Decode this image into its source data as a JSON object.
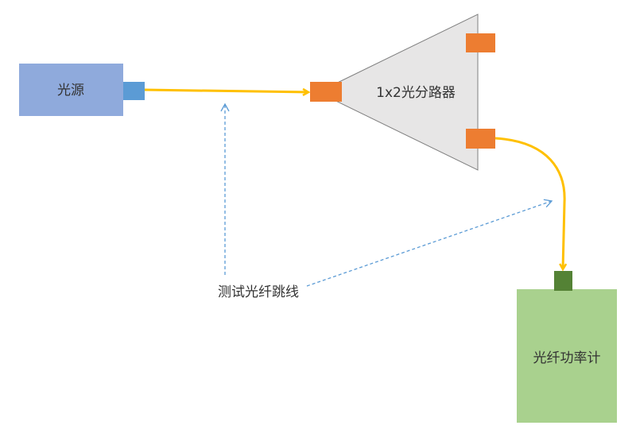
{
  "diagram": {
    "light_source": {
      "label": "光源",
      "color": "#8faadc",
      "port_color": "#5b9bd5"
    },
    "splitter": {
      "label": "1x2光分路器",
      "color": "#e7e6e6",
      "port_color": "#ed7d31"
    },
    "power_meter": {
      "label": "光纤功率计",
      "color": "#a9d18e",
      "port_color": "#548235"
    },
    "patch_cord_note": {
      "label": "测试光纤跳线",
      "color": "#5b9bd5"
    },
    "fiber_color": "#ffc000"
  }
}
